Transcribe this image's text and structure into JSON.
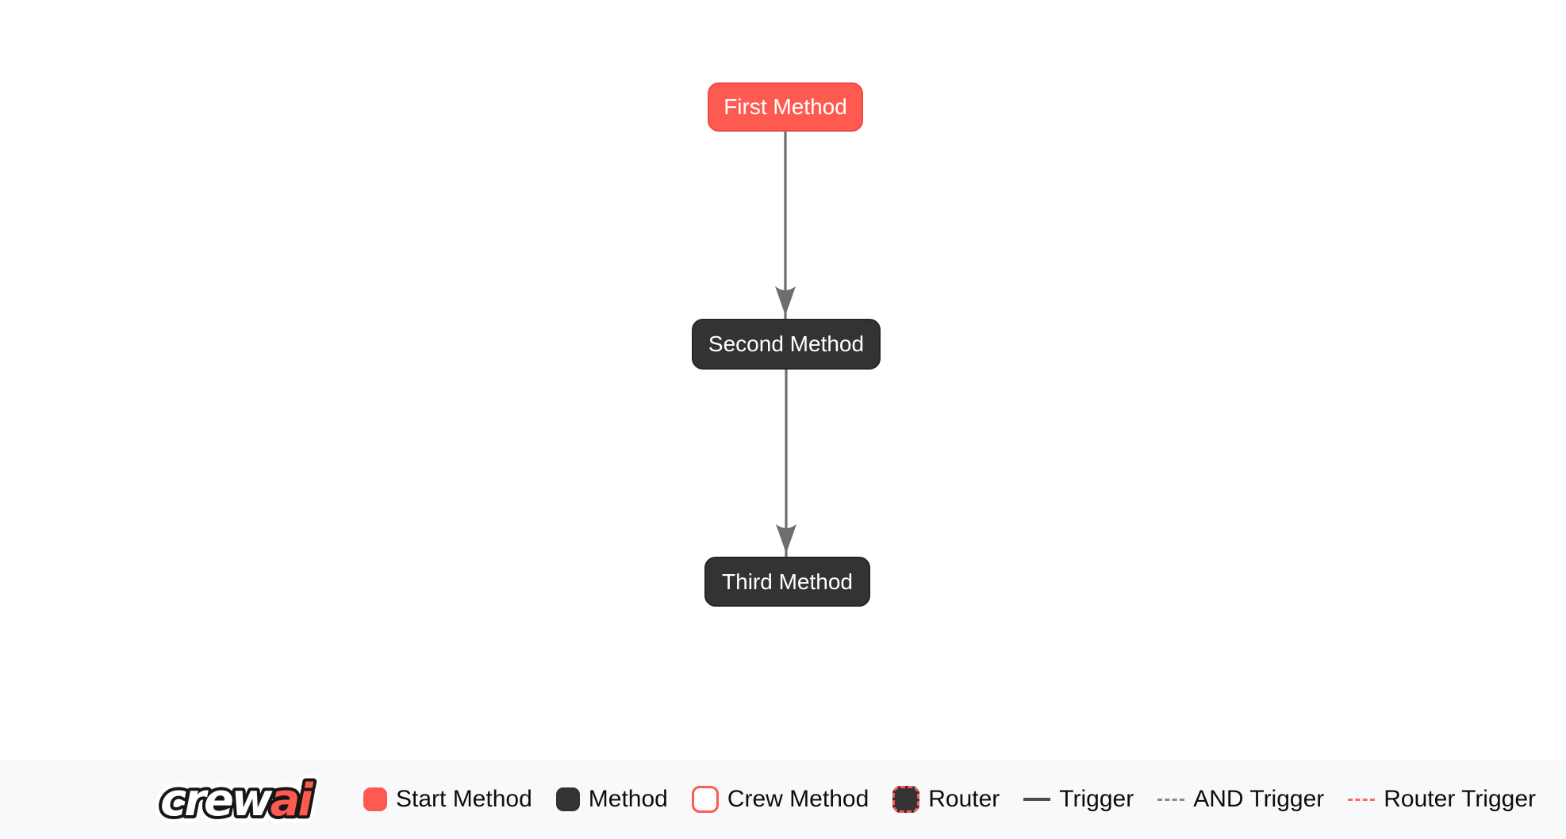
{
  "diagram": {
    "nodes": [
      {
        "label": "First Method",
        "type": "start-method",
        "color": "#FF5A50"
      },
      {
        "label": "Second Method",
        "type": "method",
        "color": "#333333"
      },
      {
        "label": "Third Method",
        "type": "method",
        "color": "#333333"
      }
    ],
    "edges": [
      {
        "from": "First Method",
        "to": "Second Method",
        "type": "trigger"
      },
      {
        "from": "Second Method",
        "to": "Third Method",
        "type": "trigger"
      }
    ]
  },
  "legend": {
    "logo": {
      "crew": "crew",
      "ai": "ai"
    },
    "items": [
      {
        "label": "Start Method",
        "swatch": "start-method-swatch"
      },
      {
        "label": "Method",
        "swatch": "method-swatch"
      },
      {
        "label": "Crew Method",
        "swatch": "crew-method-swatch"
      },
      {
        "label": "Router",
        "swatch": "router-swatch"
      },
      {
        "label": "Trigger",
        "swatch": "trigger-line"
      },
      {
        "label": "AND Trigger",
        "swatch": "and-trigger-line"
      },
      {
        "label": "Router Trigger",
        "swatch": "router-trigger-line"
      }
    ]
  },
  "colors": {
    "start_method": "#FF5A50",
    "method": "#333333",
    "edge": "#6E6E6E",
    "legend_background": "#F8F9FA",
    "crew_method_border": "#FF5A50",
    "router_border": "#FF5A50",
    "trigger_line": "#4D4D4D",
    "and_trigger_line": "#8A8A8A",
    "router_trigger_line": "#FF6A60",
    "node_text": "#FFFFFF",
    "legend_text": "#0D0D0D",
    "canvas_background": "#FFFFFF"
  }
}
